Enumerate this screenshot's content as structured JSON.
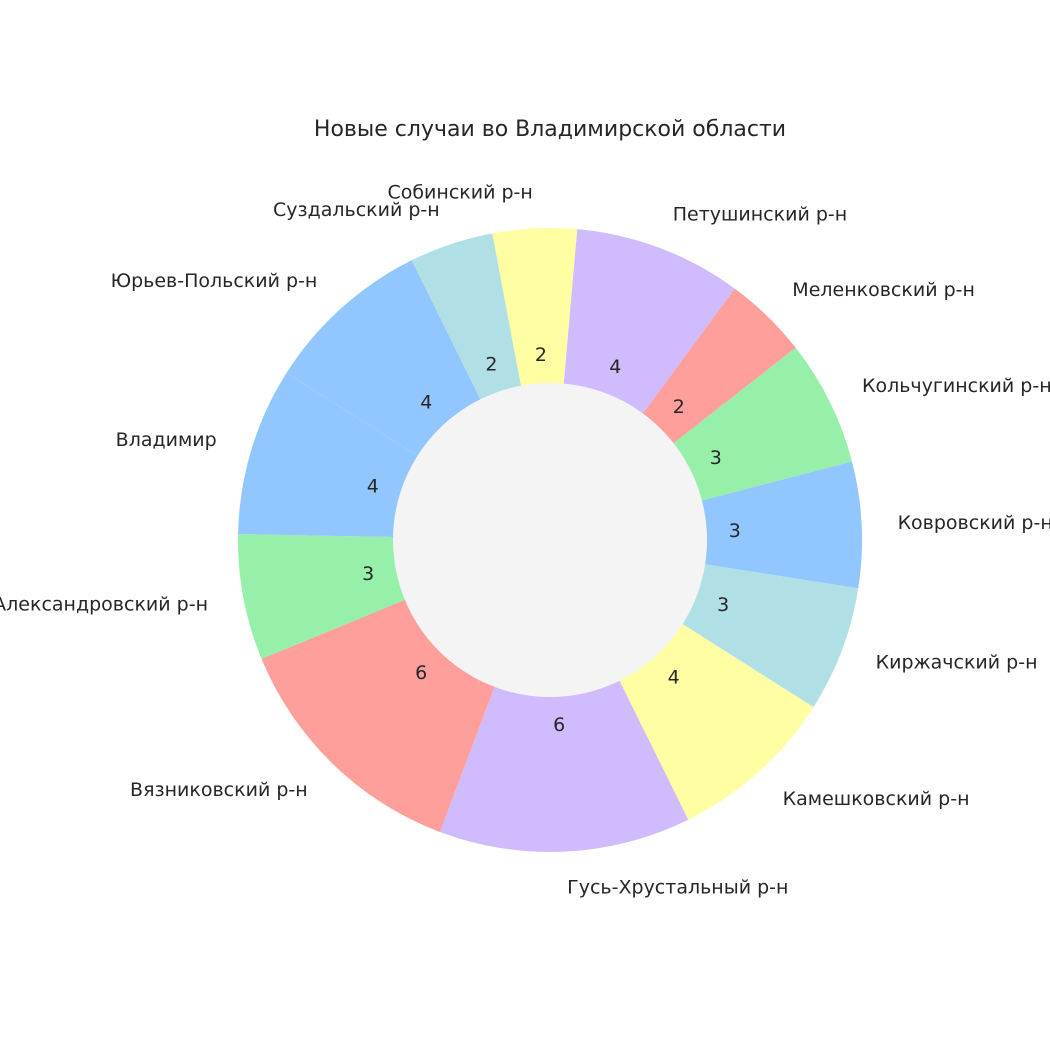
{
  "chart_data": {
    "type": "pie",
    "title": "Новые случаи во Владимирской области",
    "donut": true,
    "start_angle_deg": 85,
    "direction": "clockwise",
    "center_fill": "#f4f4f4",
    "slices": [
      {
        "label": "Петушинский р-н",
        "value": 4,
        "color": "#d0bbff"
      },
      {
        "label": "Меленковский р-н",
        "value": 2,
        "color": "#ff9f9b"
      },
      {
        "label": "Кольчугинский р-н",
        "value": 3,
        "color": "#97f0aa"
      },
      {
        "label": "Ковровский р-н",
        "value": 3,
        "color": "#92c6ff"
      },
      {
        "label": "Киржачский р-н",
        "value": 3,
        "color": "#b0e0e6"
      },
      {
        "label": "Камешковский р-н",
        "value": 4,
        "color": "#fffea3"
      },
      {
        "label": "Гусь-Хрустальный р-н",
        "value": 6,
        "color": "#d0bbff"
      },
      {
        "label": "Вязниковский р-н",
        "value": 6,
        "color": "#ff9f9b"
      },
      {
        "label": "Александровский р-н",
        "value": 3,
        "color": "#97f0aa"
      },
      {
        "label": "Владимир",
        "value": 4,
        "color": "#92c6ff"
      },
      {
        "label": "Юрьев-Польский р-н",
        "value": 4,
        "color": "#92c6ff"
      },
      {
        "label": "Суздальский р-н",
        "value": 2,
        "color": "#b0e0e6"
      },
      {
        "label": "Собинский р-н",
        "value": 2,
        "color": "#fffea3"
      }
    ]
  }
}
